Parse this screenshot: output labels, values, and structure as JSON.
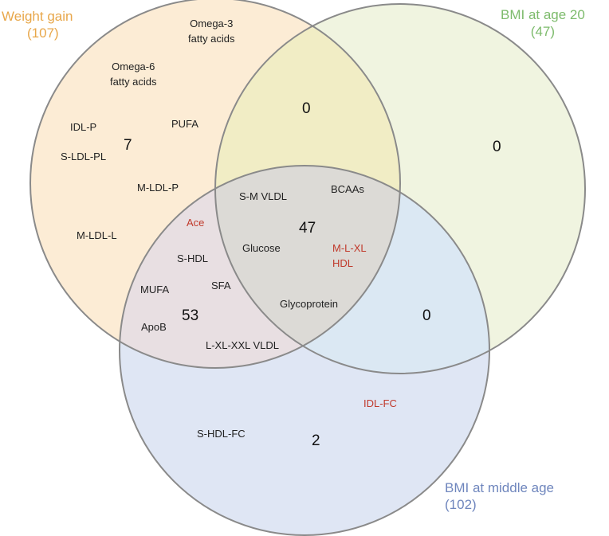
{
  "sets": {
    "weight_gain": {
      "name": "Weight gain",
      "total": "(107)",
      "color": "#e8a74a",
      "fill": "#fbe6c7"
    },
    "bmi_age20": {
      "name": "BMI at age 20",
      "total": "(47)",
      "color": "#7dbb6c",
      "fill": "#ebf0d6"
    },
    "bmi_middle": {
      "name": "BMI at middle age",
      "total": "(102)",
      "color": "#6f86bd",
      "fill": "#d4ddf0"
    }
  },
  "regions": {
    "weight_only": {
      "count": "7",
      "items": [
        "Omega-3",
        "fatty acids",
        "Omega-6",
        "fatty acids",
        "IDL-P",
        "PUFA",
        "S-LDL-PL",
        "M-LDL-P",
        "M-LDL-L"
      ]
    },
    "weight_age20": {
      "count": "0"
    },
    "age20_only": {
      "count": "0"
    },
    "all_three": {
      "count": "47",
      "items": [
        "S-M VLDL",
        "BCAAs",
        "Glucose",
        "M-L-XL",
        "HDL",
        "Glycoprotein"
      ]
    },
    "weight_middle": {
      "count": "53",
      "items": [
        "Ace",
        "S-HDL",
        "MUFA",
        "SFA",
        "ApoB",
        "L-XL-XXL VLDL"
      ]
    },
    "age20_middle": {
      "count": "0"
    },
    "middle_only": {
      "count": "2",
      "items": [
        "IDL-FC",
        "S-HDL-FC"
      ]
    }
  },
  "colors": {
    "outline": "#8a8a8a",
    "highlight_text": "#c0392b"
  }
}
